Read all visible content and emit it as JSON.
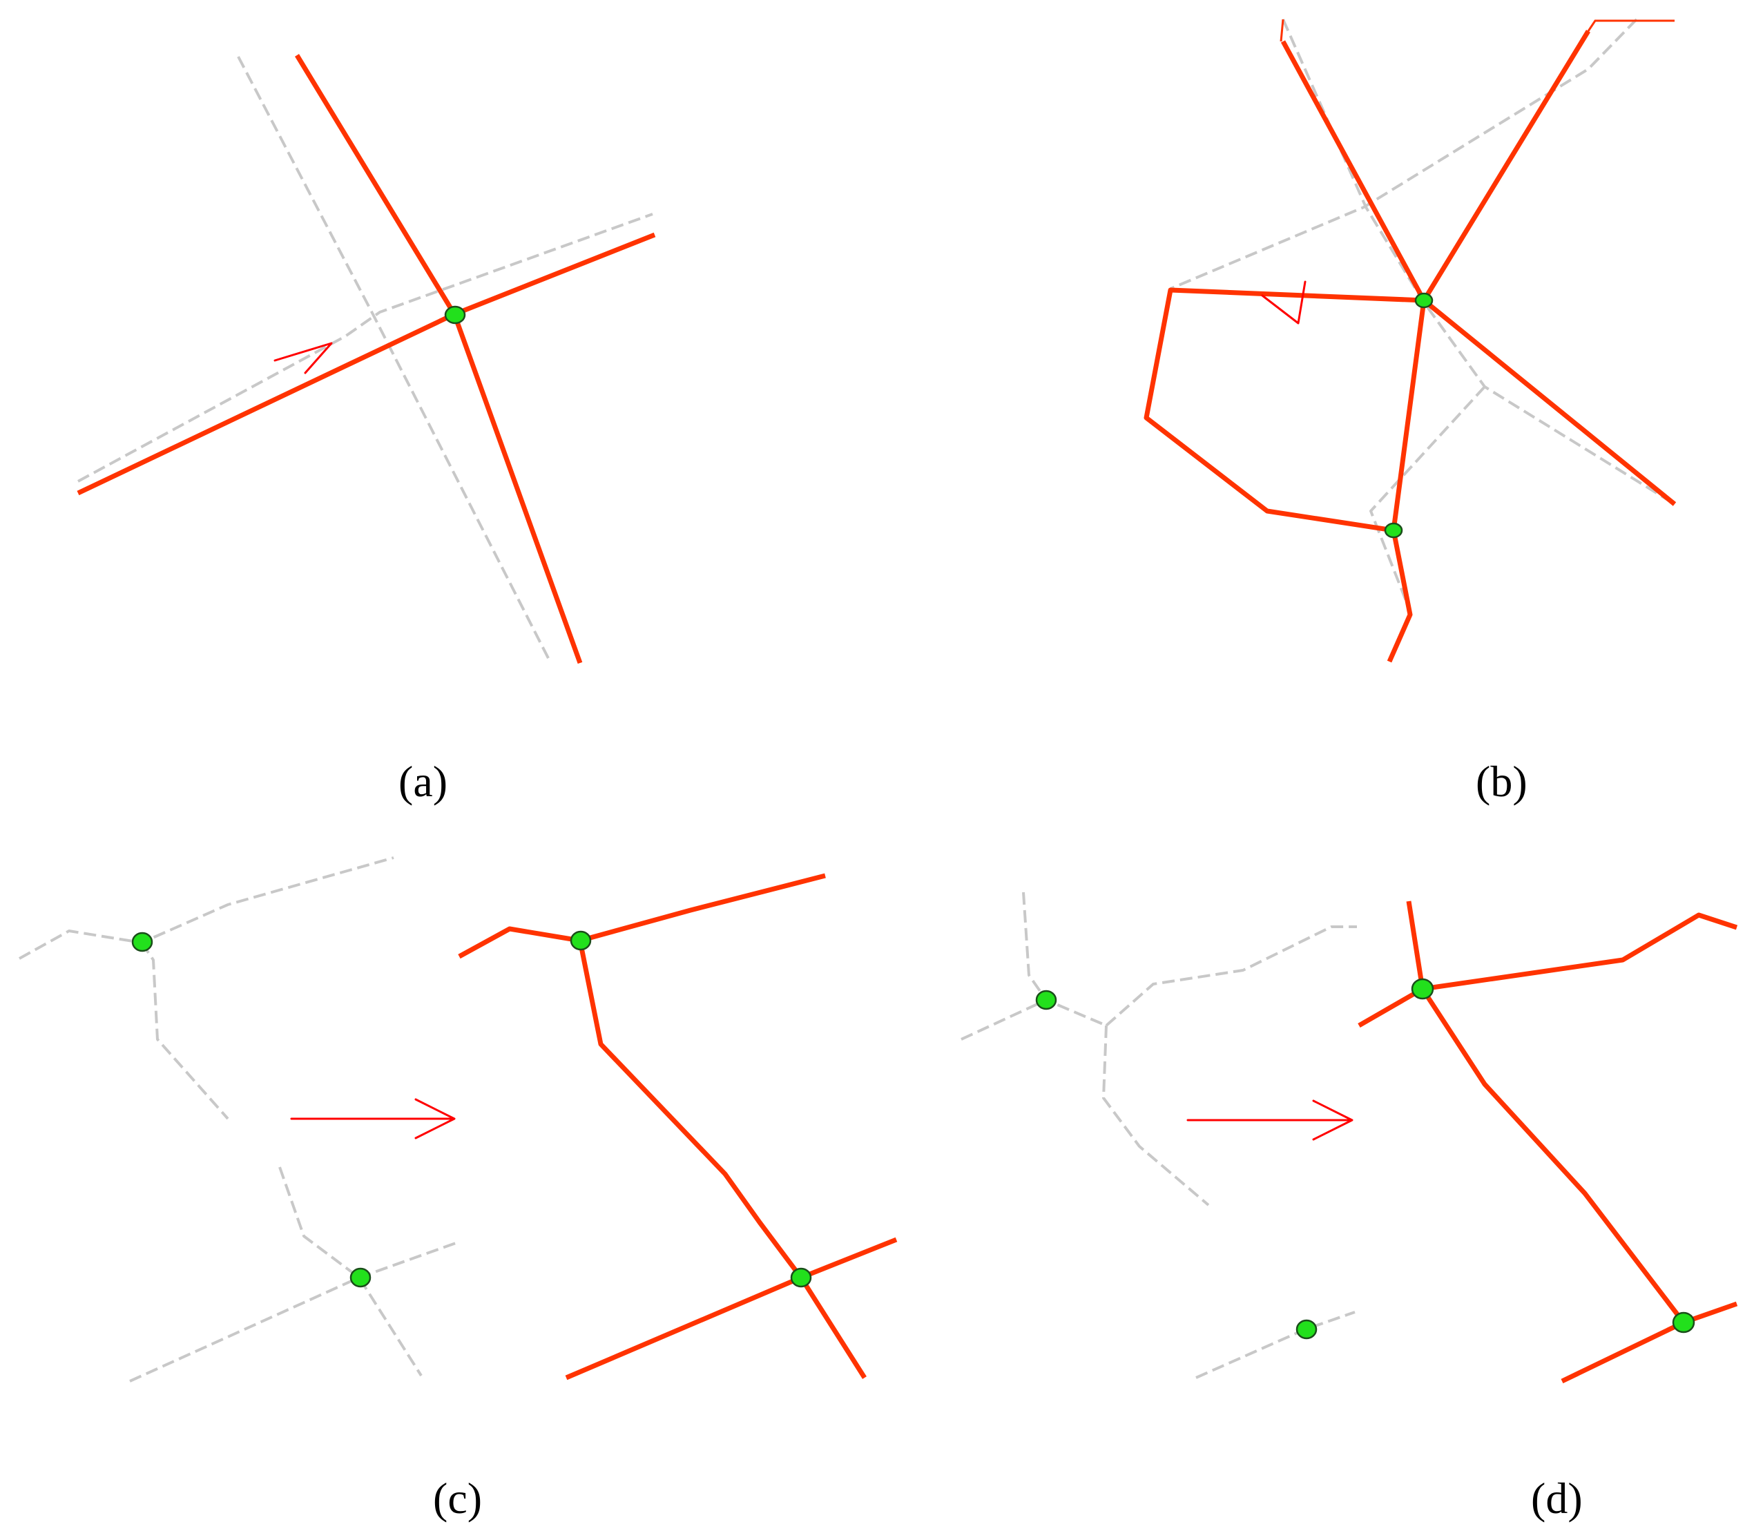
{
  "panels": {
    "a": {
      "caption": "(a)"
    },
    "b": {
      "caption": "(b)"
    },
    "c": {
      "caption": "(c)"
    },
    "d": {
      "caption": "(d)"
    }
  },
  "colors": {
    "original_network": "#c8c8c8",
    "matched_network": "#ff3300",
    "arrow": "#ff0000",
    "node": "#22e01c",
    "background": "#ffffff"
  }
}
